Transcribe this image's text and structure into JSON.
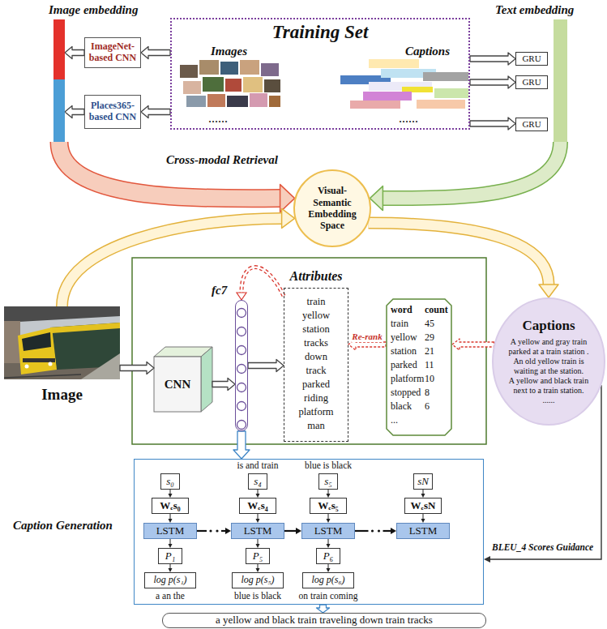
{
  "diagram": {
    "nodes": [
      {
        "text": [
          "Image embedding"
        ]
      },
      {
        "text": [
          "ImageNet-based CNN"
        ]
      },
      {
        "text": [
          "Places365-based CNN"
        ]
      },
      {
        "text": [
          "Training Set",
          "Images",
          "Captions",
          "......",
          "......"
        ]
      },
      {
        "text": [
          "GRU"
        ]
      },
      {
        "text": [
          "GRU"
        ]
      },
      {
        "text": [
          "GRU"
        ]
      },
      {
        "text": [
          "Text embedding"
        ]
      },
      {
        "text": [
          "Visual-Semantic Embedding Space"
        ]
      },
      {
        "text": [
          "Image"
        ]
      },
      {
        "text": [
          "CNN"
        ]
      },
      {
        "text": [
          "fc7"
        ]
      },
      {
        "text": [
          "Attributes",
          "train",
          "yellow",
          "station",
          "tracks",
          "down",
          "track",
          "parked",
          "riding",
          "platform",
          "man"
        ]
      },
      {
        "text": [
          "word",
          "count",
          "train",
          "45",
          "yellow",
          "29",
          "station",
          "21",
          "parked",
          "11",
          "platform",
          "10",
          "stopped",
          "8",
          "black",
          "6",
          "..."
        ]
      },
      {
        "text": [
          "Captions",
          "A yellow and gray train parked at a train station .",
          "An old yellow train is waiting at the station.",
          "A yellow and black train next to a train station.",
          "......"
        ]
      },
      {
        "text": [
          "Caption Generation"
        ]
      },
      {
        "text": [
          "s₀"
        ],
        "in": 15
      },
      {
        "text": [
          "Wₑs₀"
        ],
        "in": 15
      },
      {
        "text": [
          "LSTM"
        ],
        "in": 15
      },
      {
        "text": [
          "P₁"
        ],
        "in": 15
      },
      {
        "text": [
          "log p(s₁)"
        ],
        "in": 15
      },
      {
        "text": [
          "s₄"
        ],
        "in": 15
      },
      {
        "text": [
          "Wₑs₄"
        ],
        "in": 15
      },
      {
        "text": [
          "LSTM"
        ],
        "in": 15
      },
      {
        "text": [
          "P₅"
        ],
        "in": 15
      },
      {
        "text": [
          "log p(s₅)"
        ],
        "in": 15
      },
      {
        "text": [
          "s₅"
        ],
        "in": 15
      },
      {
        "text": [
          "Wₑs₅"
        ],
        "in": 15
      },
      {
        "text": [
          "LSTM"
        ],
        "in": 15
      },
      {
        "text": [
          "P₆"
        ],
        "in": 15
      },
      {
        "text": [
          "log p(s₆)"
        ],
        "in": 15
      },
      {
        "text": [
          "sN"
        ],
        "in": 15
      },
      {
        "text": [
          "WₑsN"
        ],
        "in": 15
      },
      {
        "text": [
          "LSTM"
        ],
        "in": 15
      },
      {
        "text": [
          "a yellow and black train traveling down train tracks"
        ]
      }
    ],
    "edges": [
      {
        "from": 3,
        "to": 1,
        "arrow": "to"
      },
      {
        "from": 3,
        "to": 2,
        "arrow": "to"
      },
      {
        "from": 1,
        "to": 0,
        "arrow": "to"
      },
      {
        "from": 2,
        "to": 0,
        "arrow": "to"
      },
      {
        "from": 3,
        "to": 4,
        "arrow": "to"
      },
      {
        "from": 3,
        "to": 5,
        "arrow": "to"
      },
      {
        "from": 3,
        "to": 6,
        "arrow": "to"
      },
      {
        "from": 0,
        "to": 8,
        "arrow": "to"
      },
      {
        "from": 7,
        "to": 8,
        "arrow": "to"
      },
      {
        "from": 9,
        "to": 8,
        "arrow": "to"
      },
      {
        "from": 8,
        "to": 14,
        "arrow": "to"
      },
      {
        "from": 9,
        "to": 10,
        "arrow": "to"
      },
      {
        "from": 10,
        "to": 11,
        "arrow": "to"
      },
      {
        "from": 11,
        "to": 12,
        "arrow": "to"
      },
      {
        "from": 12,
        "to": 11,
        "arrow": "to"
      },
      {
        "from": 13,
        "to": 12,
        "arrow": "to",
        "label": "Re-rank"
      },
      {
        "from": 14,
        "to": 13,
        "arrow": "to"
      },
      {
        "from": 11,
        "to": 15,
        "arrow": "to"
      },
      {
        "from": 14,
        "to": 15,
        "arrow": "to",
        "label": "BLEU_4 Scores Guidance"
      },
      {
        "from": 16,
        "to": 17,
        "arrow": "to"
      },
      {
        "from": 17,
        "to": 18,
        "arrow": "to"
      },
      {
        "from": 18,
        "to": 19,
        "arrow": "to"
      },
      {
        "from": 19,
        "to": 20,
        "arrow": "to"
      },
      {
        "from": 21,
        "to": 22,
        "arrow": "to"
      },
      {
        "from": 22,
        "to": 23,
        "arrow": "to"
      },
      {
        "from": 23,
        "to": 24,
        "arrow": "to"
      },
      {
        "from": 24,
        "to": 25,
        "arrow": "to"
      },
      {
        "from": 26,
        "to": 27,
        "arrow": "to"
      },
      {
        "from": 27,
        "to": 28,
        "arrow": "to"
      },
      {
        "from": 28,
        "to": 29,
        "arrow": "to"
      },
      {
        "from": 29,
        "to": 30,
        "arrow": "to"
      },
      {
        "from": 31,
        "to": 32,
        "arrow": "to"
      },
      {
        "from": 32,
        "to": 33,
        "arrow": "to"
      },
      {
        "from": 18,
        "to": 23,
        "arrow": "to"
      },
      {
        "from": 23,
        "to": 28,
        "arrow": "to"
      },
      {
        "from": 28,
        "to": 33,
        "arrow": "to"
      },
      {
        "from": 15,
        "to": 34,
        "arrow": "to"
      }
    ],
    "labels": [
      "Cross-modal Retrieval",
      "is and train",
      "blue is black",
      "a an the",
      "blue is black",
      "on train coming"
    ]
  }
}
